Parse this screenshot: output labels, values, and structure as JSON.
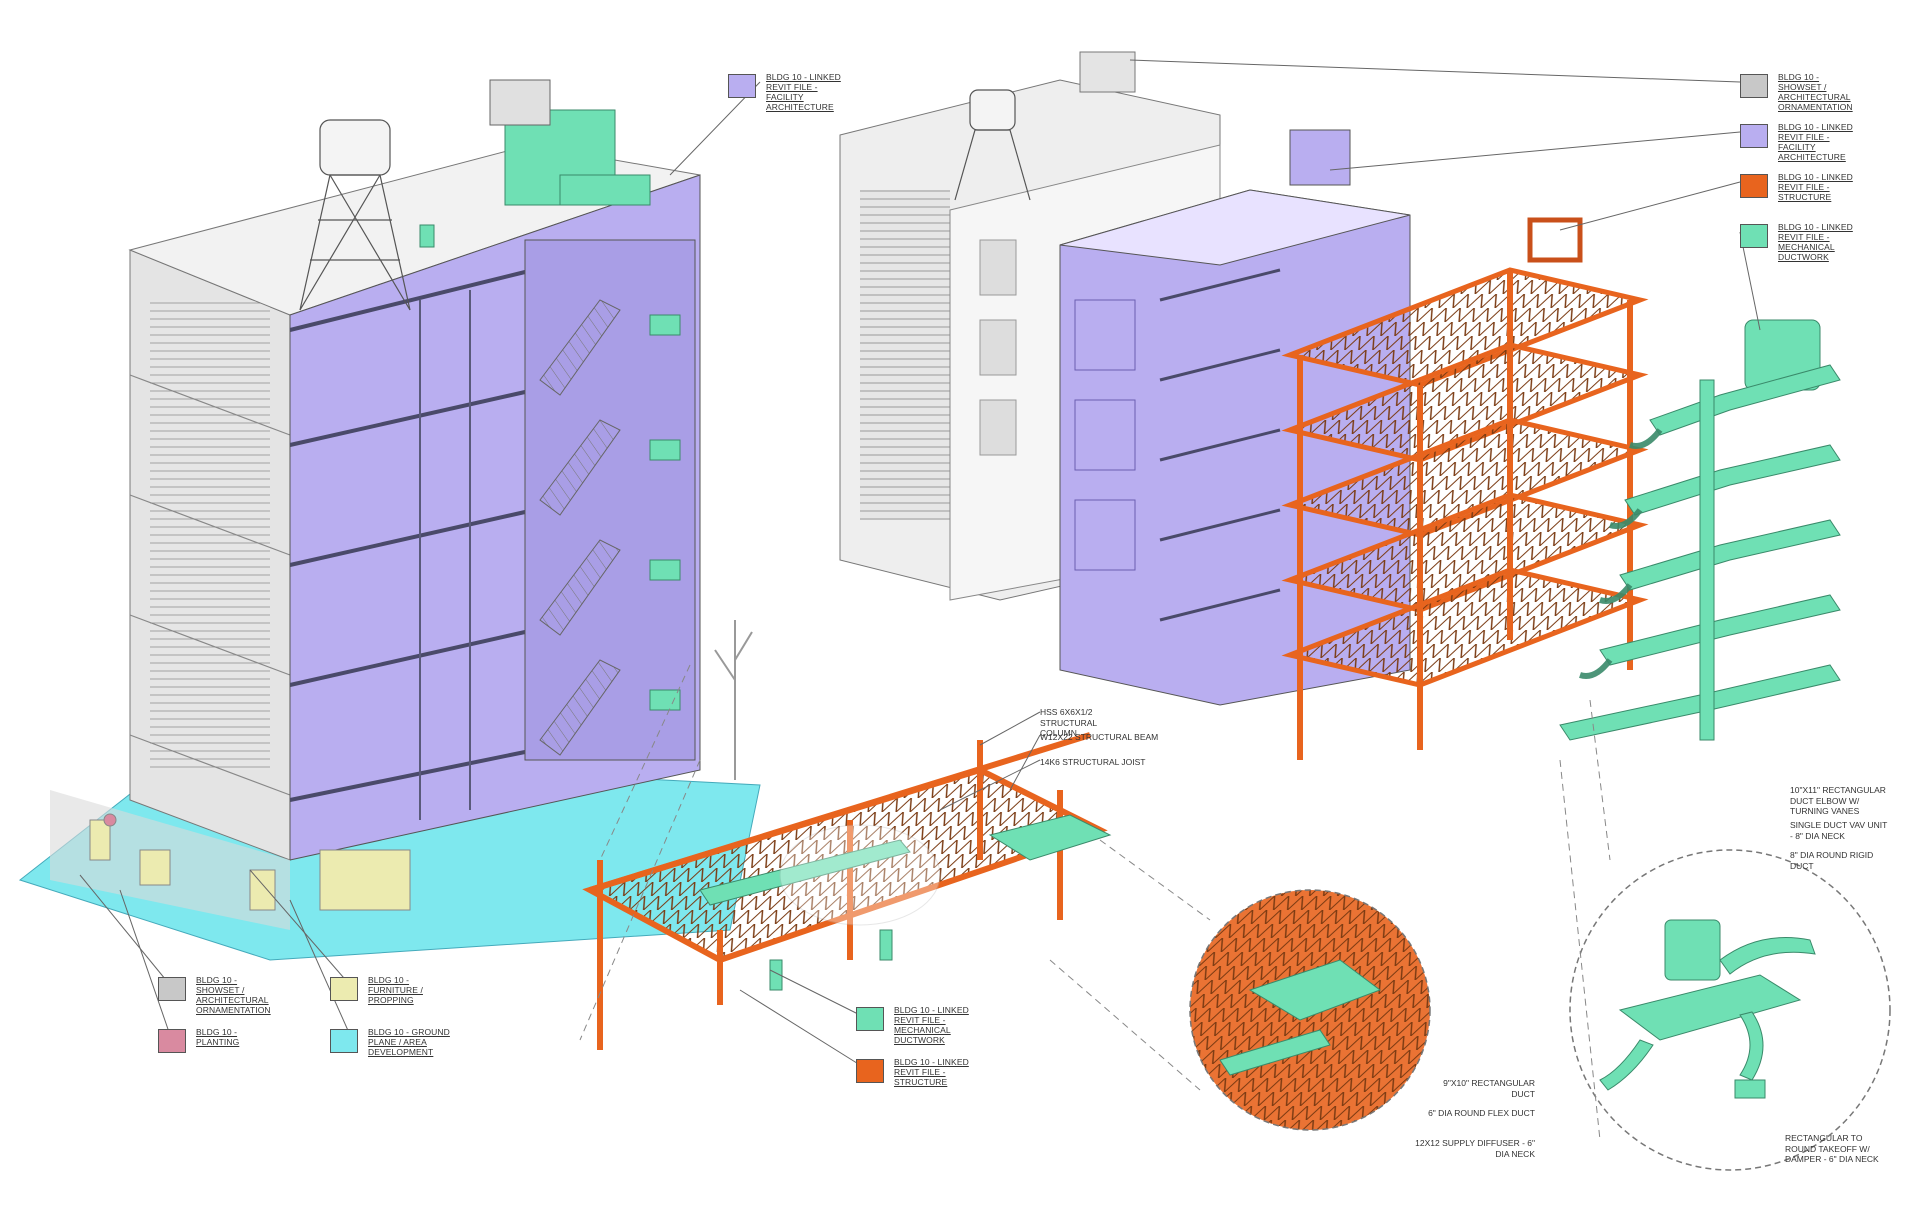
{
  "colors": {
    "architecture": "#b9aef0",
    "structure": "#e8641e",
    "ductwork": "#6fe0b4",
    "showset": "#c8c8c8",
    "furniture": "#ecebb0",
    "planting": "#d98aa0",
    "ground": "#7ee8ee",
    "line": "#555555"
  },
  "legends": {
    "top_architecture": "BLDG 10 - LINKED REVIT FILE - FACILITY ARCHITECTURE",
    "right_showset": "BLDG 10 - SHOWSET / ARCHITECTURAL ORNAMENTATION",
    "right_architecture": "BLDG 10 - LINKED REVIT FILE - FACILITY ARCHITECTURE",
    "right_structure": "BLDG 10 - LINKED REVIT FILE - STRUCTURE",
    "right_ductwork": "BLDG 10 - LINKED REVIT FILE - MECHANICAL DUCTWORK",
    "bottom_showset": "BLDG 10 - SHOWSET / ARCHITECTURAL ORNAMENTATION",
    "bottom_furniture": "BLDG 10 - FURNITURE / PROPPING",
    "bottom_planting": "BLDG 10 - PLANTING",
    "bottom_ground": "BLDG 10 - GROUND PLANE / AREA DEVELOPMENT",
    "mid_ductwork": "BLDG 10 - LINKED REVIT FILE - MECHANICAL DUCTWORK",
    "mid_structure": "BLDG 10 - LINKED REVIT FILE - STRUCTURE"
  },
  "callouts": {
    "column": "HSS 6x6x1/2 STRUCTURAL COLUMN",
    "beam": "W12x22 STRUCTURAL BEAM",
    "joist": "14K6 STRUCTURAL JOIST",
    "elbow": "10\"x11\" RECTANGULAR DUCT ELBOW W/ TURNING VANES",
    "vav": "SINGLE DUCT VAV UNIT - 8\" DIA NECK",
    "round": "8\" DIA ROUND RIGID DUCT",
    "rect_duct": "9\"x10\" RECTANGULAR DUCT",
    "flex": "6\" DIA ROUND FLEX DUCT",
    "diffuser": "12x12 SUPPLY DIFFUSER - 6\" DIA NECK",
    "takeoff": "RECTANGULAR TO ROUND TAKEOFF W/ DAMPER - 6\" DIA NECK"
  }
}
